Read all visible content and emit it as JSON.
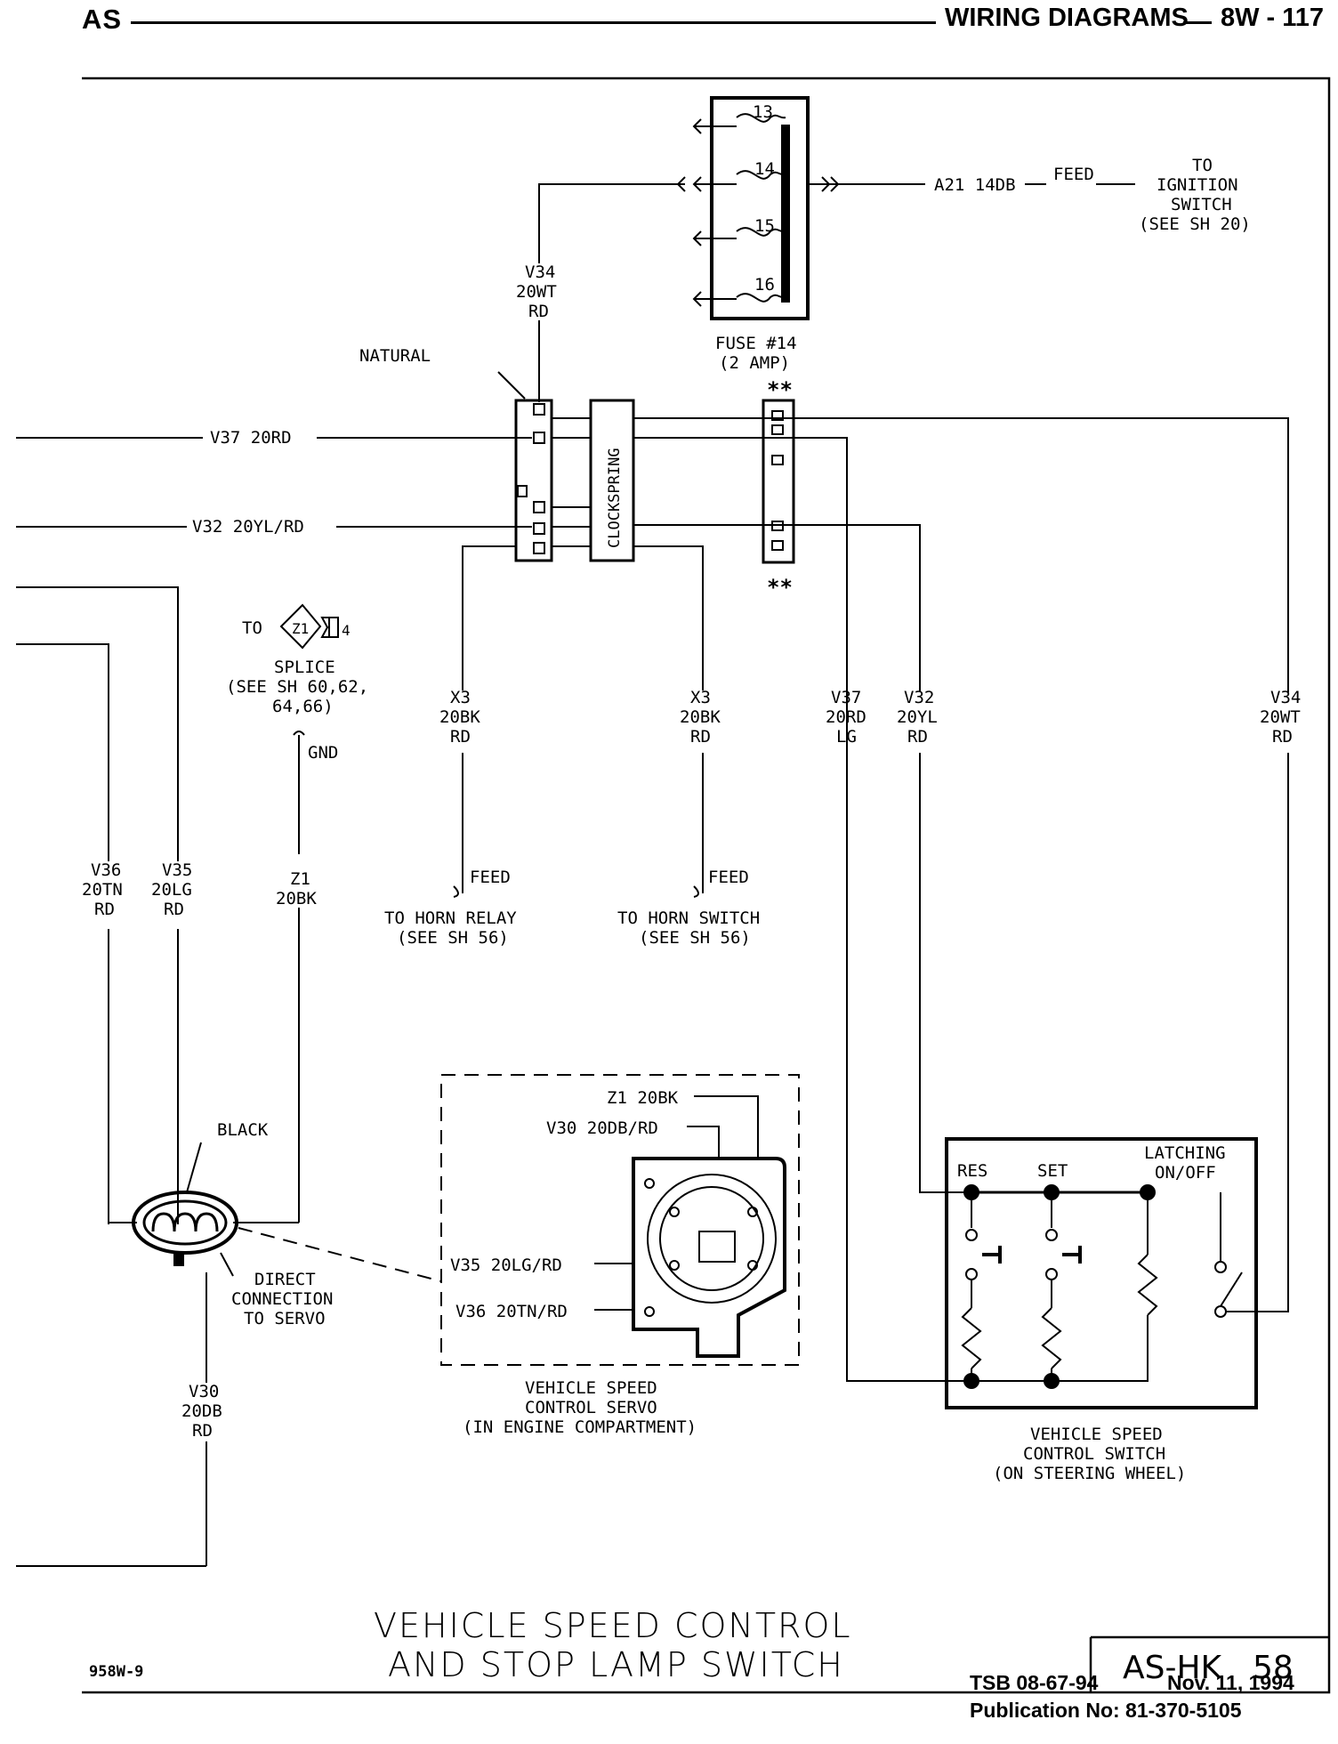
{
  "header": {
    "left": "AS",
    "title": "WIRING DIAGRAMS",
    "page": "8W - 117"
  },
  "fuse": {
    "cavities": [
      "13",
      "14",
      "15",
      "16"
    ],
    "label_1": "FUSE #14",
    "label_2": "(2 AMP)"
  },
  "feed_circuit": {
    "wire": "A21 14DB",
    "feed": "FEED",
    "dest_1": "TO",
    "dest_2": "IGNITION",
    "dest_3": "SWITCH",
    "dest_4": "(SEE SH 20)"
  },
  "wires": {
    "v34_left": [
      "V34",
      "20WT",
      "RD"
    ],
    "v34_right": [
      "V34",
      "20WT",
      "RD"
    ],
    "v37_horizontal": "V37 20RD",
    "v32_horizontal": "V32 20YL/RD",
    "x3_left": [
      "X3",
      "20BK",
      "RD"
    ],
    "x3_right": [
      "X3",
      "20BK",
      "RD"
    ],
    "v37_vertical": [
      "V37",
      "20RD",
      "LG"
    ],
    "v32_vertical": [
      "V32",
      "20YL",
      "RD"
    ],
    "v36": [
      "V36",
      "20TN",
      "RD"
    ],
    "v35": [
      "V35",
      "20LG",
      "RD"
    ],
    "z1": [
      "Z1",
      "20BK"
    ],
    "v30": [
      "V30",
      "20DB",
      "RD"
    ]
  },
  "connectors": {
    "natural": "NATURAL",
    "clockspring": "CLOCKSPRING",
    "double_star": "**",
    "black": "BLACK"
  },
  "splice": {
    "to": "TO",
    "id": "Z1",
    "num": "4",
    "line_1": "SPLICE",
    "line_2": "(SEE SH 60,62,",
    "line_3": "64,66)",
    "gnd": "GND"
  },
  "horn": {
    "feed_left": "FEED",
    "relay_1": "TO HORN RELAY",
    "relay_2": "(SEE SH 56)",
    "feed_right": "FEED",
    "switch_1": "TO HORN SWITCH",
    "switch_2": "(SEE SH 56)"
  },
  "servo": {
    "wire_z1": "Z1 20BK",
    "wire_v30": "V30 20DB/RD",
    "wire_v35": "V35 20LG/RD",
    "wire_v36": "V36 20TN/RD",
    "title_1": "VEHICLE SPEED",
    "title_2": "CONTROL SERVO",
    "title_3": "(IN ENGINE COMPARTMENT)",
    "direct_1": "DIRECT",
    "direct_2": "CONNECTION",
    "direct_3": "TO SERVO"
  },
  "control_switch": {
    "res": "RES",
    "set": "SET",
    "latching_1": "LATCHING",
    "latching_2": "ON/OFF",
    "title_1": "VEHICLE SPEED",
    "title_2": "CONTROL SWITCH",
    "title_3": "(ON STEERING WHEEL)"
  },
  "title_block": {
    "line_1": "VEHICLE SPEED CONTROL",
    "line_2": "AND STOP LAMP SWITCH",
    "code": "958W-9",
    "sheet_prefix": "AS-HK",
    "sheet_num": "58"
  },
  "footer": {
    "tsb": "TSB 08-67-94",
    "date": "Nov. 11, 1994",
    "publication": "Publication No:  81-370-5105"
  }
}
